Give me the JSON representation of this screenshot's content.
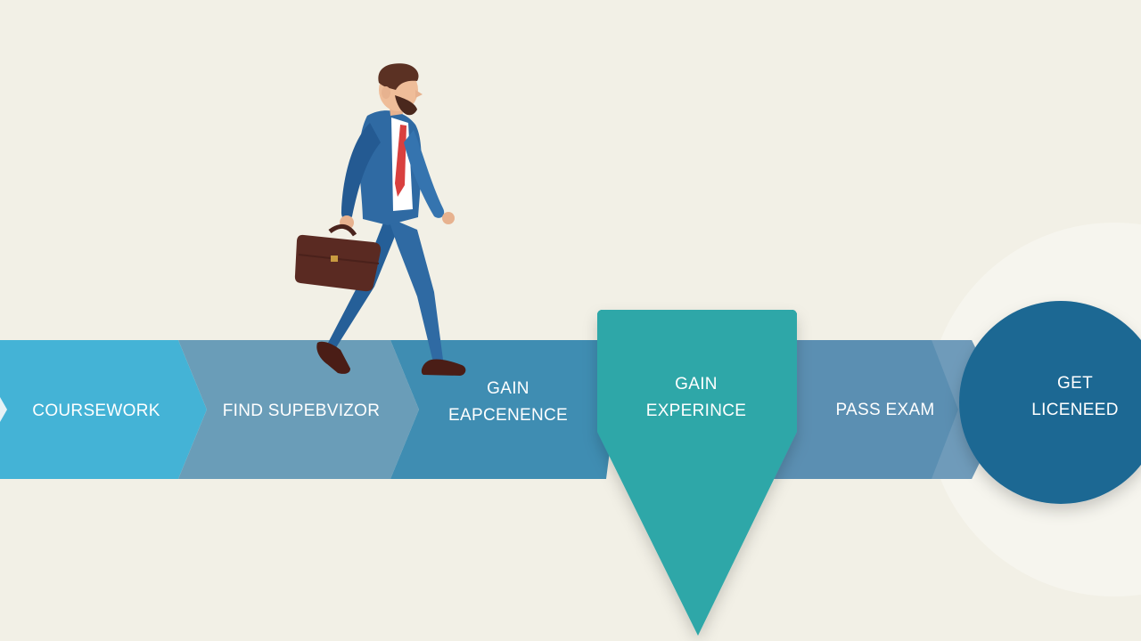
{
  "steps": [
    {
      "id": "coursework",
      "label_lines": [
        "COURSEWORK"
      ],
      "color": "#44b3d6"
    },
    {
      "id": "find-supervisor",
      "label_lines": [
        "FIND SUPEBVIZOR"
      ],
      "color": "#6a9db8"
    },
    {
      "id": "gain-experience-1",
      "label_lines": [
        "GAIN",
        "EAPCENENCE"
      ],
      "color": "#3f8db2"
    },
    {
      "id": "gain-experience-2",
      "label_lines": [
        "GAIN",
        "EXPERINCE"
      ],
      "color": "#2ea7a8",
      "highlighted": true
    },
    {
      "id": "pass-exam",
      "label_lines": [
        "PASS EXAM"
      ],
      "color": "#5b8fb2"
    },
    {
      "id": "get-licensed",
      "label_lines": [
        "GET",
        "LICENEED"
      ],
      "color": "#1f6893"
    }
  ],
  "colors": {
    "background": "#f2f0e6",
    "suit": "#2f6aa3",
    "briefcase": "#5a2a22",
    "tie": "#d9403f",
    "hair": "#5b3123"
  },
  "icons": {
    "figure": "walking-businessman-icon",
    "briefcase": "briefcase-icon"
  }
}
